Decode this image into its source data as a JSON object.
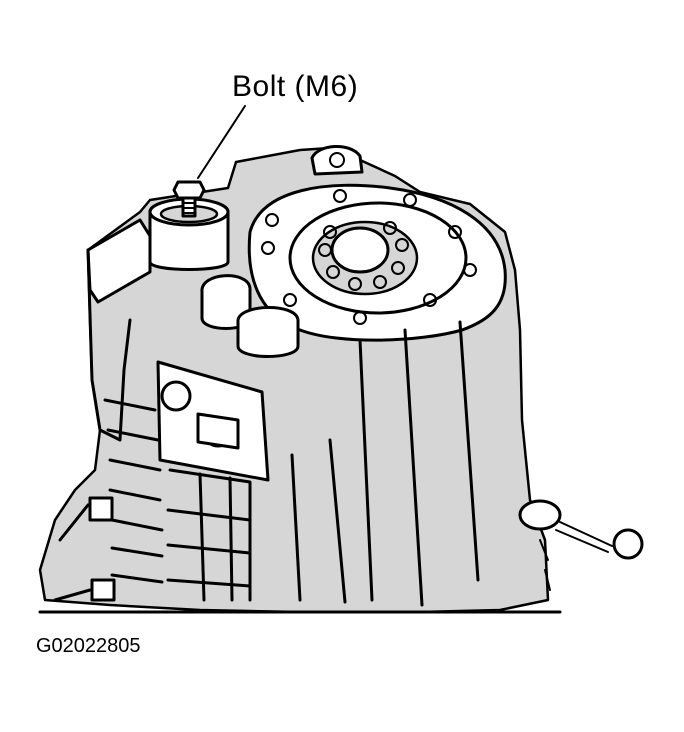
{
  "callout": {
    "label": "Bolt  (M6)"
  },
  "figure": {
    "id": "G02022805"
  },
  "colors": {
    "ink": "#000000",
    "shading": "#d6d6d6",
    "background": "#ffffff"
  },
  "icons": {
    "leader": "leader-line",
    "bolt": "bolt-icon"
  }
}
